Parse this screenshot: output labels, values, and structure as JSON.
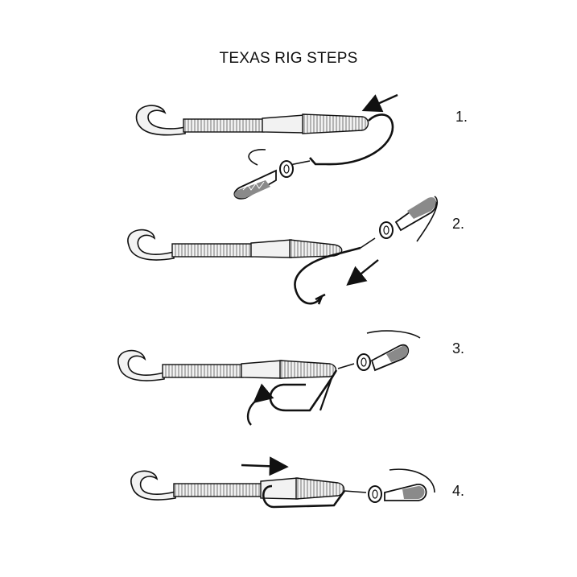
{
  "title": "TEXAS RIG STEPS",
  "steps": [
    {
      "label": "1."
    },
    {
      "label": "2."
    },
    {
      "label": "3."
    },
    {
      "label": "4."
    }
  ],
  "colors": {
    "ink": "#111111",
    "worm": "#f2f2f2",
    "weight_fill": "#8a8a8a",
    "background": "#ffffff"
  }
}
